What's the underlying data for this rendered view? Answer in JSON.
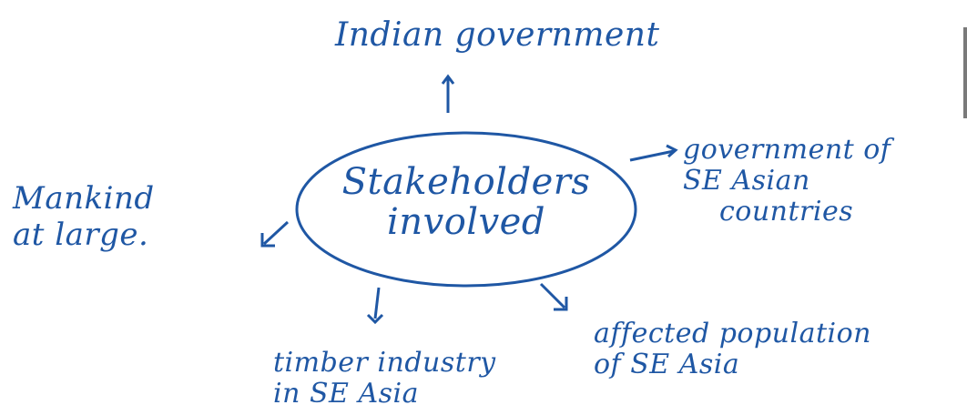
{
  "ink_color": "#1f57a4",
  "center": {
    "lines": [
      "Stakeholders",
      "involved"
    ]
  },
  "nodes": {
    "top": {
      "lines": [
        "Indian government"
      ]
    },
    "right": {
      "lines": [
        "government of",
        "SE Asian",
        "countries"
      ]
    },
    "left": {
      "lines": [
        "Mankind",
        "at large."
      ]
    },
    "bottom_left": {
      "lines": [
        "timber industry",
        "in SE Asia"
      ]
    },
    "bottom_right": {
      "lines": [
        "affected population",
        "of SE Asia"
      ]
    }
  }
}
